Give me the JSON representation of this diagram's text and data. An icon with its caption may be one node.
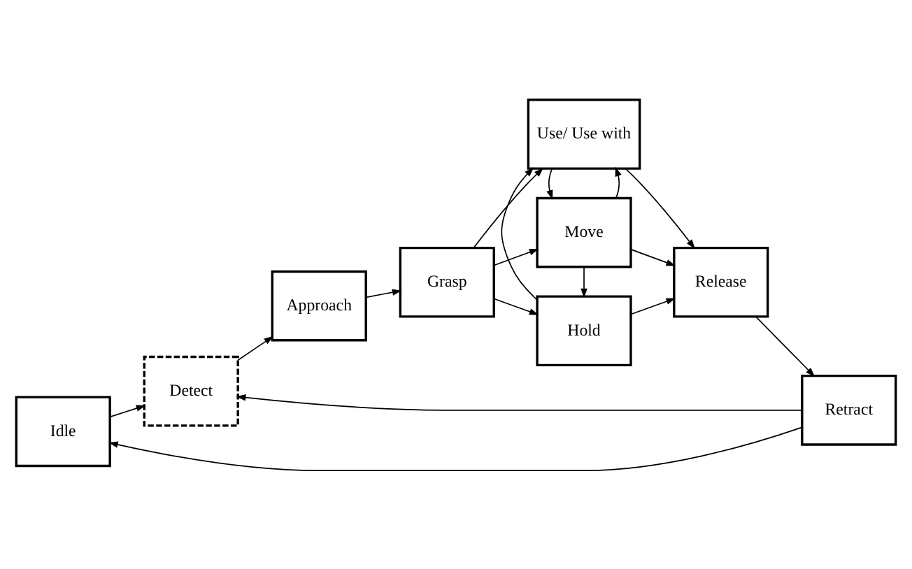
{
  "diagram": {
    "nodes": [
      {
        "text": [
          "Idle"
        ]
      },
      {
        "text": [
          "Detect"
        ]
      },
      {
        "text": [
          "Approach"
        ]
      },
      {
        "text": [
          "Grasp"
        ]
      },
      {
        "text": [
          "Move"
        ]
      },
      {
        "text": [
          "Hold"
        ]
      },
      {
        "text": [
          "Use/ Use with"
        ]
      },
      {
        "text": [
          "Release"
        ]
      },
      {
        "text": [
          "Retract"
        ]
      }
    ],
    "edges": [
      {
        "from": 1,
        "to": 2,
        "arrow": "to"
      },
      {
        "from": 2,
        "to": 3,
        "arrow": "to"
      },
      {
        "from": 3,
        "to": 4,
        "arrow": "to"
      },
      {
        "from": 3,
        "to": 5,
        "arrow": "to"
      },
      {
        "from": 3,
        "to": 6,
        "arrow": "to"
      },
      {
        "from": 4,
        "to": 5,
        "arrow": "to"
      },
      {
        "from": 5,
        "to": 6,
        "arrow": "to"
      },
      {
        "from": 4,
        "to": 6,
        "arrow": "to"
      },
      {
        "from": 6,
        "to": 4,
        "arrow": "to"
      },
      {
        "from": 4,
        "to": 7,
        "arrow": "to"
      },
      {
        "from": 5,
        "to": 7,
        "arrow": "to"
      },
      {
        "from": 6,
        "to": 7,
        "arrow": "to"
      },
      {
        "from": 7,
        "to": 8,
        "arrow": "to"
      },
      {
        "from": 8,
        "to": 0,
        "arrow": "to"
      },
      {
        "from": 0,
        "to": 1,
        "arrow": "to"
      },
      {
        "from": 8,
        "to": 1,
        "arrow": "to"
      }
    ]
  }
}
